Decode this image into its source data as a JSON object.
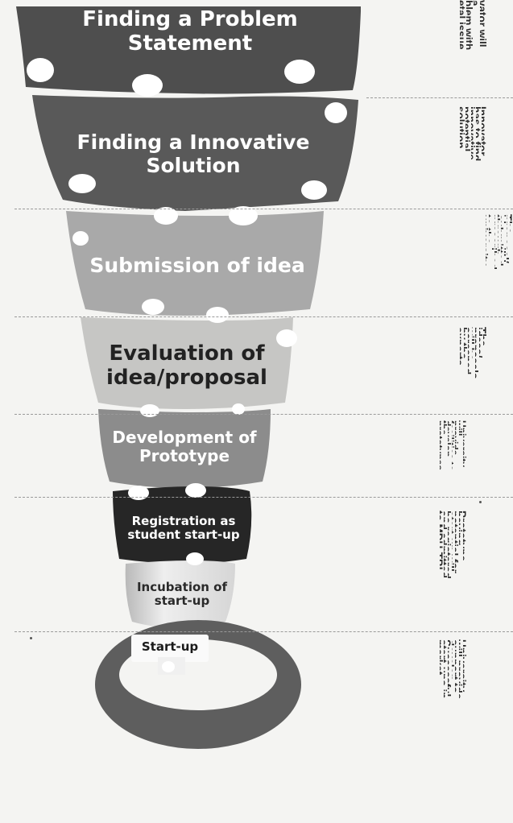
{
  "stages": [
    {
      "label": "Finding a Problem Statement",
      "fill": "#4e4e4e",
      "text_color": "#ffffff"
    },
    {
      "label": "Finding a Innovative\nSolution",
      "fill": "#595959",
      "text_color": "#ffffff"
    },
    {
      "label": "Submission of idea",
      "fill": "#a9a9a9",
      "text_color": "#ffffff"
    },
    {
      "label": "Evaluation of\nidea/proposal",
      "fill": "#c6c6c4",
      "text_color": "#222222"
    },
    {
      "label": "Development of\nPrototype",
      "fill": "#8c8c8c",
      "text_color": "#ffffff"
    },
    {
      "label": "Registration as\nstudent start-up",
      "fill": "#262626",
      "text_color": "#ffffff"
    },
    {
      "label": "Incubation of\nstart-up",
      "fill": "#e2e2e2",
      "text_color": "#2a2a2a"
    },
    {
      "label": "Start-up",
      "fill": "#5e5e5e",
      "text_color": "#1a1a1a"
    }
  ],
  "notes": [
    [
      "vator will",
      "a",
      "blem with",
      "etal issue"
    ],
    [
      "Innovator",
      "has to find",
      "innovative",
      "potential",
      "solution"
    ],
    [
      "The",
      "proposal/",
      "idea will be",
      "submitted",
      "through",
      "prescribed",
      "procedure",
      "to the",
      "university"
    ],
    [
      "The",
      "ideas/",
      "proposals",
      "will be",
      "screened",
      "by the",
      "experts"
    ],
    [
      "University",
      "will",
      "provide",
      "facilities to",
      "develop",
      "the",
      "prototypes"
    ],
    [
      "Prototype",
      "having",
      "potential for",
      "start-up will",
      "be registered",
      "and admitted",
      "to MDU-TBI"
    ],
    [
      "University",
      "will provide",
      "support to",
      "develop",
      "Successful",
      "start-ups in",
      "market"
    ]
  ]
}
